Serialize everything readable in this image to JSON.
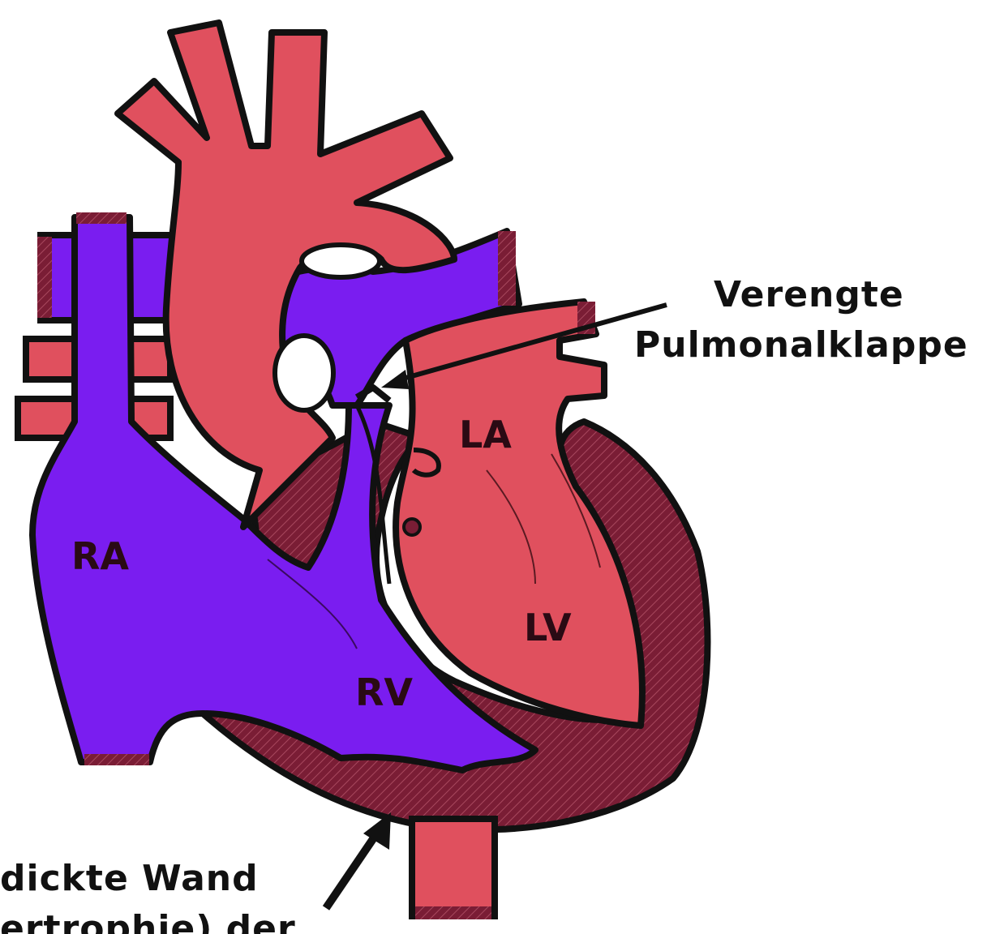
{
  "colors": {
    "oxygenated": "#e0505e",
    "deoxygenated": "#7a1df0",
    "hypertrophy": "#7a1d35",
    "outline": "#111111"
  },
  "chambers": {
    "ra": "RA",
    "rv": "RV",
    "la": "LA",
    "lv": "LV"
  },
  "callouts": {
    "valve": [
      "Verengte",
      "Pulmonalklappe"
    ],
    "wall": [
      "dickte Wand",
      "ertrophie) der"
    ]
  }
}
